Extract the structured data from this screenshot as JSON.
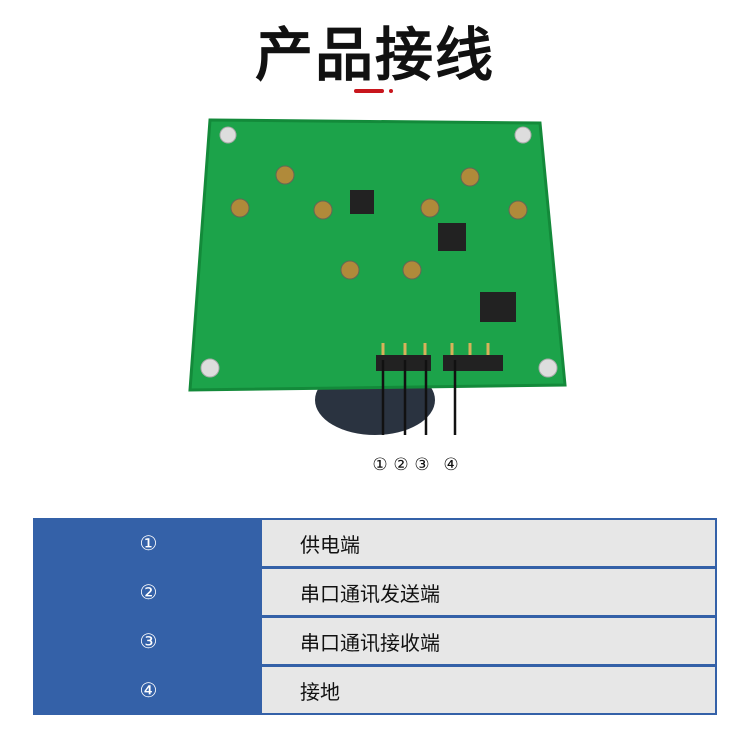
{
  "title": "产品接线",
  "accent_color": "#c8161d",
  "table_color": "#3461a8",
  "pin_labels": [
    "①",
    "②",
    "③",
    "④"
  ],
  "table": [
    {
      "num": "①",
      "desc": "供电端"
    },
    {
      "num": "②",
      "desc": "串口通讯发送端"
    },
    {
      "num": "③",
      "desc": "串口通讯接收端"
    },
    {
      "num": "④",
      "desc": "接地"
    }
  ]
}
